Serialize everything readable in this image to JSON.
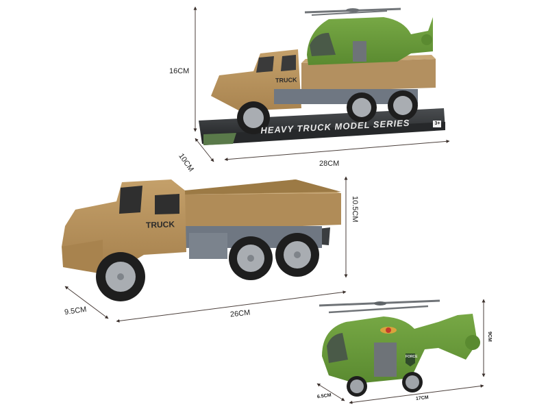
{
  "scene": {
    "background": "#ffffff",
    "description": "Product photo of toy military truck set with dimension annotations"
  },
  "packaged_set": {
    "height_label": "16CM",
    "depth_label": "10CM",
    "width_label": "28CM",
    "base_text": "HEAVY TRUCK MODEL SERIES",
    "age_badge": "3+",
    "truck_door_text": "TRUCK"
  },
  "truck": {
    "door_text": "TRUCK",
    "height_label": "10.5CM",
    "depth_label": "9.5CM",
    "length_label": "26CM"
  },
  "helicopter": {
    "height_label": "9CM",
    "depth_label": "6.5CM",
    "length_label": "17CM",
    "badge_text": "FORCE"
  },
  "colors": {
    "truck_tan": "#b8935a",
    "truck_tan_dark": "#9c7a45",
    "chassis_gray": "#6f7782",
    "tire_black": "#1e1e1e",
    "rim_gray": "#a9adb2",
    "heli_green": "#6a9a3a",
    "heli_green_dark": "#557e2c",
    "base_dark": "#2d2f31",
    "dim_line": "#5a4a44"
  }
}
